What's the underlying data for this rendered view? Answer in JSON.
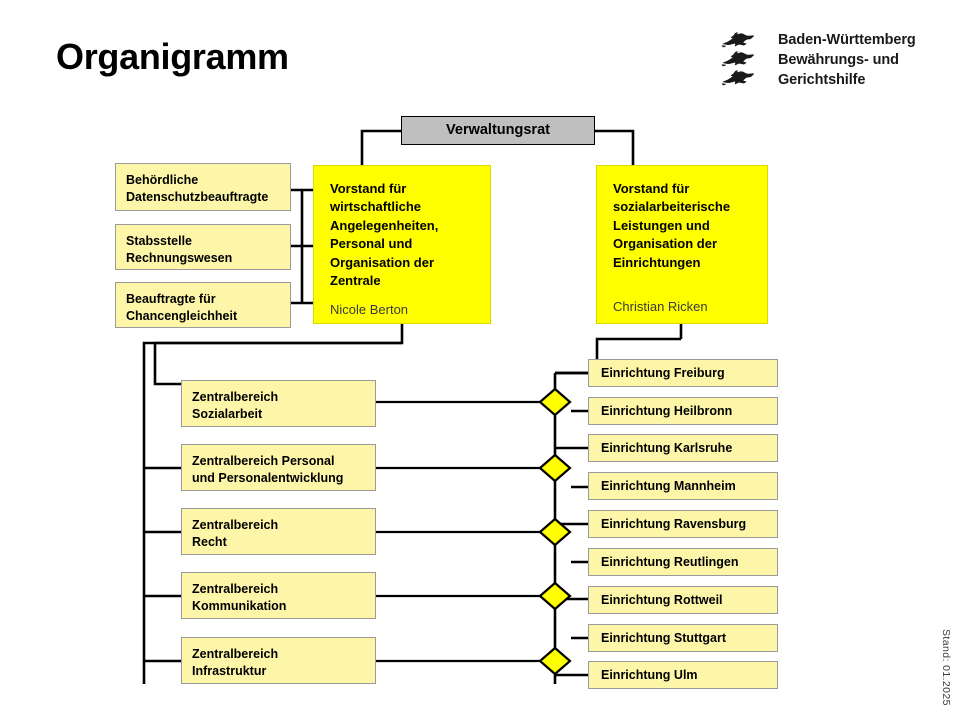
{
  "page": {
    "title": "Organigramm",
    "stand": "Stand: 01.2025"
  },
  "logo": {
    "line1": "Baden-Württemberg",
    "line2": "Bewährungs- und",
    "line3": "Gerichtshilfe",
    "emblem": "three-lions-icon"
  },
  "colors": {
    "board_yellow": "#ffff00",
    "unit_yellow": "#fdf6a8",
    "council_gray": "#bfbfbf",
    "line_black": "#000000",
    "border_gray": "#9b9b9b"
  },
  "council": {
    "label": "Verwaltungsrat"
  },
  "staff_units": [
    {
      "label": "Behördliche\nDatenschutzbeauftragte"
    },
    {
      "label": "Stabsstelle\nRechnungswesen"
    },
    {
      "label": "Beauftragte für\nChancengleichheit"
    }
  ],
  "boards": [
    {
      "title": "Vorstand für\nwirtschaftliche\nAngelegenheiten,\nPersonal und\nOrganisation der\nZentrale",
      "person": "Nicole Berton"
    },
    {
      "title": "Vorstand für\nsozialarbeiterische\nLeistungen und\nOrganisation der\nEinrichtungen",
      "person": "Christian Ricken"
    }
  ],
  "central_units": [
    {
      "label": "Zentralbereich\nSozialarbeit"
    },
    {
      "label": "Zentralbereich Personal\nund Personalentwicklung"
    },
    {
      "label": "Zentralbereich\nRecht"
    },
    {
      "label": "Zentralbereich\nKommunikation"
    },
    {
      "label": "Zentralbereich\nInfrastruktur"
    }
  ],
  "facilities": [
    {
      "label": "Einrichtung Freiburg"
    },
    {
      "label": "Einrichtung Heilbronn"
    },
    {
      "label": "Einrichtung Karlsruhe"
    },
    {
      "label": "Einrichtung Mannheim"
    },
    {
      "label": "Einrichtung Ravensburg"
    },
    {
      "label": "Einrichtung Reutlingen"
    },
    {
      "label": "Einrichtung Rottweil"
    },
    {
      "label": "Einrichtung Stuttgart"
    },
    {
      "label": "Einrichtung Ulm"
    }
  ]
}
